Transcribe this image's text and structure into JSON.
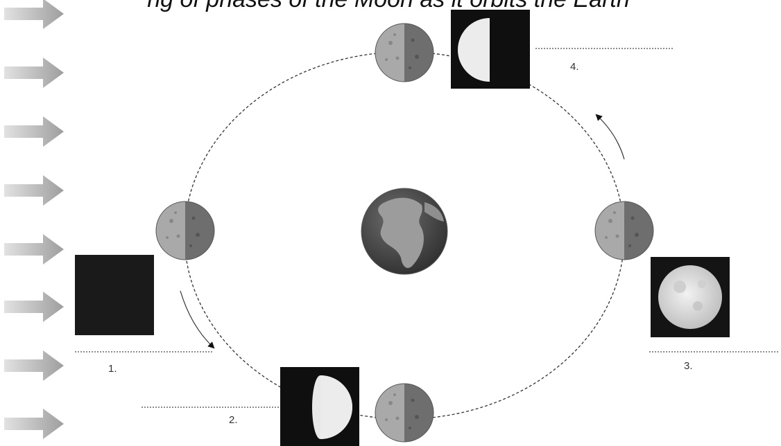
{
  "title": "ng of phases of the Moon as it orbits the Earth",
  "labels": [
    "1.",
    "2.",
    "3.",
    "4."
  ],
  "icons": {
    "sunlight_arrow": "arrow-right-icon",
    "earth": "earth-icon",
    "moon": "moon-icon",
    "orbit_direction": "curved-arrow-icon"
  },
  "phases": [
    {
      "label": "1.",
      "appearance": "new moon",
      "illuminated_fraction": 0.0
    },
    {
      "label": "2.",
      "appearance": "first quarter",
      "illuminated_fraction": 0.5
    },
    {
      "label": "3.",
      "appearance": "full moon",
      "illuminated_fraction": 1.0
    },
    {
      "label": "4.",
      "appearance": "last quarter",
      "illuminated_fraction": 0.5
    }
  ],
  "colors": {
    "arrow": "#a8a8a8",
    "moon_light": "#a9a9a9",
    "moon_dark": "#6e6e6e",
    "panel": "#1a1a1a",
    "earth_ocean": "#3f3f3f",
    "earth_land": "#9a9a9a"
  }
}
